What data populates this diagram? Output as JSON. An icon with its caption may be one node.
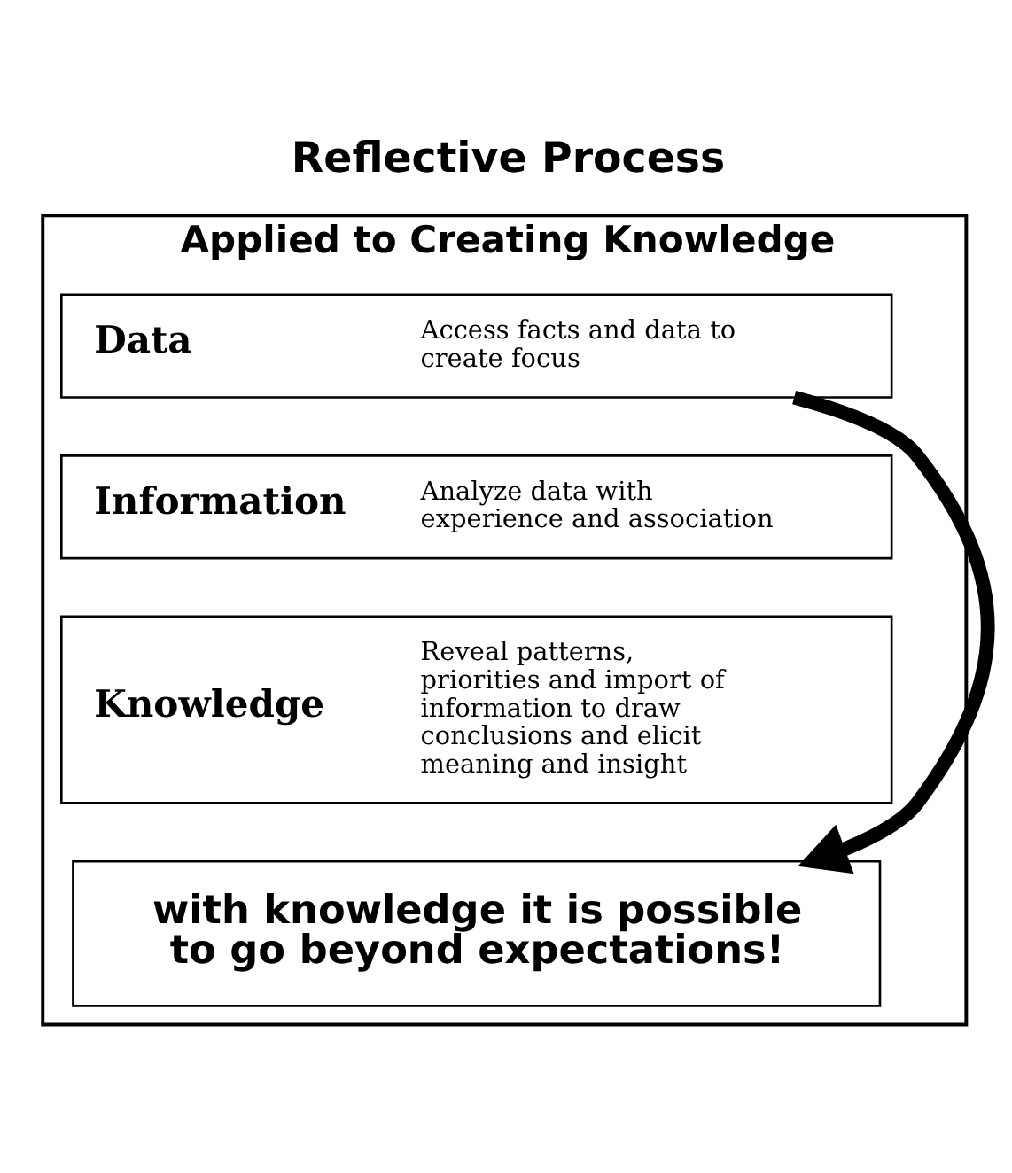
{
  "diagram": {
    "title": "Reflective Process",
    "nodes": [
      {
        "text": [
          "Applied to Creating Knowledge"
        ]
      },
      {
        "text": [
          "Data",
          "Access facts and data to create focus"
        ],
        "in": 0
      },
      {
        "text": [
          "Information",
          "Analyze data with experience and association"
        ],
        "in": 0
      },
      {
        "text": [
          "Knowledge",
          "Reveal patterns, priorities and import of information to draw conclusions and elicit meaning and insight"
        ],
        "in": 0
      },
      {
        "text": [
          "with knowledge it is possible to go beyond expectations!"
        ],
        "in": 0
      }
    ],
    "edges": [
      {
        "from": 1,
        "to": 4,
        "arrow": "to"
      }
    ]
  }
}
